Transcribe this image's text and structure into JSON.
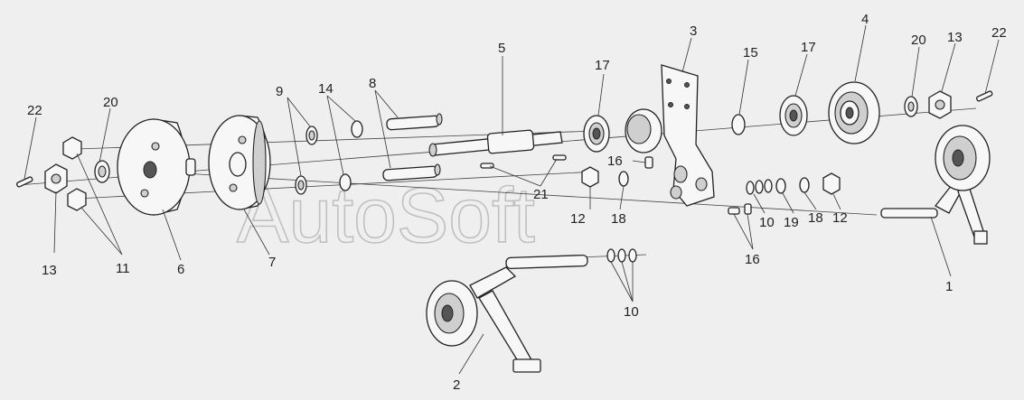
{
  "watermark": "AutoSoft",
  "callouts": [
    {
      "id": "c22a",
      "text": "22"
    },
    {
      "id": "c20a",
      "text": "20"
    },
    {
      "id": "c13a",
      "text": "13"
    },
    {
      "id": "c11",
      "text": "11"
    },
    {
      "id": "c6",
      "text": "6"
    },
    {
      "id": "c7",
      "text": "7"
    },
    {
      "id": "c9",
      "text": "9"
    },
    {
      "id": "c14",
      "text": "14"
    },
    {
      "id": "c8",
      "text": "8"
    },
    {
      "id": "c5",
      "text": "5"
    },
    {
      "id": "c21",
      "text": "21"
    },
    {
      "id": "c17a",
      "text": "17"
    },
    {
      "id": "c16a",
      "text": "16"
    },
    {
      "id": "c12a",
      "text": "12"
    },
    {
      "id": "c18a",
      "text": "18"
    },
    {
      "id": "c3",
      "text": "3"
    },
    {
      "id": "c15",
      "text": "15"
    },
    {
      "id": "c17b",
      "text": "17"
    },
    {
      "id": "c4",
      "text": "4"
    },
    {
      "id": "c20b",
      "text": "20"
    },
    {
      "id": "c13b",
      "text": "13"
    },
    {
      "id": "c22b",
      "text": "22"
    },
    {
      "id": "c10a",
      "text": "10"
    },
    {
      "id": "c19",
      "text": "19"
    },
    {
      "id": "c18b",
      "text": "18"
    },
    {
      "id": "c12b",
      "text": "12"
    },
    {
      "id": "c16b",
      "text": "16"
    },
    {
      "id": "c10b",
      "text": "10"
    },
    {
      "id": "c1",
      "text": "1"
    },
    {
      "id": "c2",
      "text": "2"
    }
  ]
}
